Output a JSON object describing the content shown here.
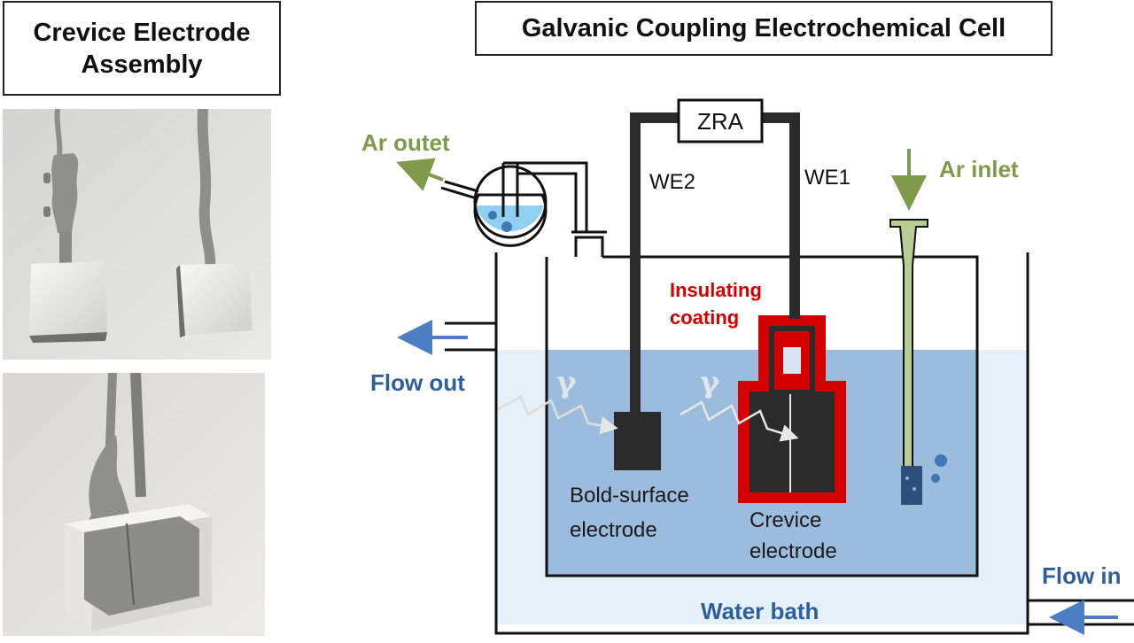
{
  "titles": {
    "left": "Crevice Electrode Assembly",
    "right": "Galvanic Coupling Electrochemical Cell"
  },
  "labels": {
    "zra": "ZRA",
    "we1": "WE1",
    "we2": "WE2",
    "ar_outlet": "Ar outet",
    "ar_inlet": "Ar inlet",
    "flow_out": "Flow out",
    "flow_in": "Flow in",
    "insulating_line1": "Insulating",
    "insulating_line2": "coating",
    "bold_line1": "Bold-surface",
    "bold_line2": "electrode",
    "crevice_line1": "Crevice",
    "crevice_line2": "electrode",
    "water_bath": "Water bath",
    "gamma": "γ"
  },
  "colors": {
    "argon_green": "#7f9a4a",
    "flow_blue": "#2f5f9a",
    "arrow_blue": "#4d7ec4",
    "insulation_red": "#d40000",
    "electrode_dark": "#2b2b2b",
    "bath_water": "#e6f0f8",
    "cell_water": "#9bbcdc"
  }
}
